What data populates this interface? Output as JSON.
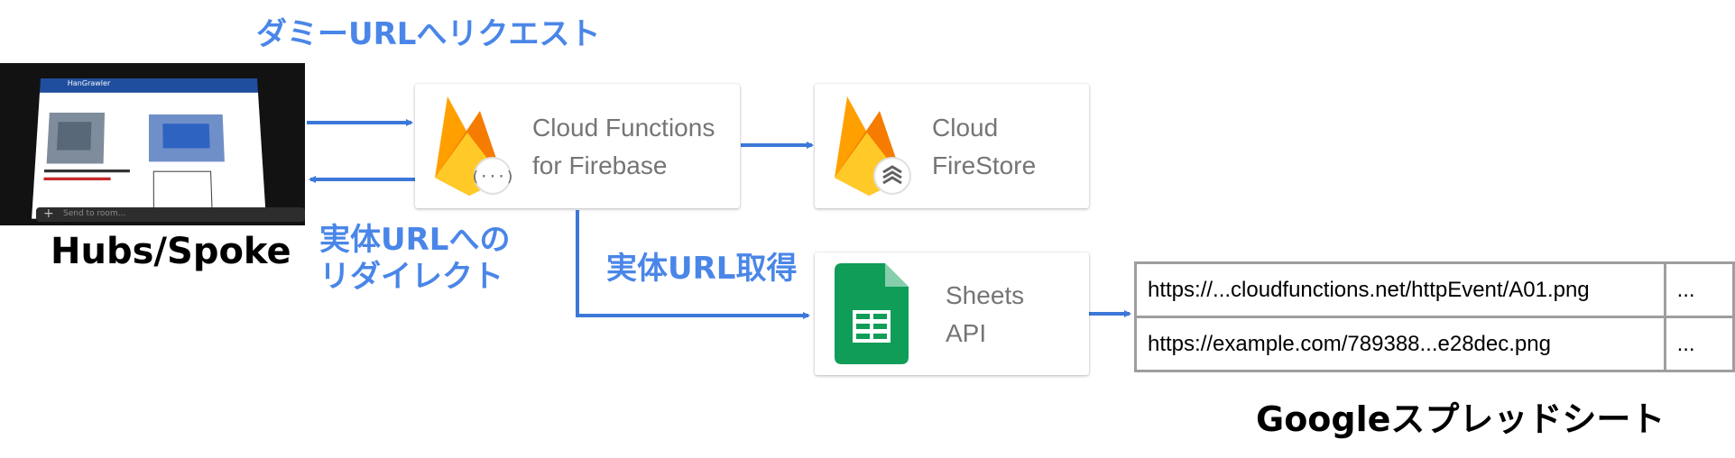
{
  "labels": {
    "dummy_request": "ダミーURLへリクエスト",
    "redirect_line1": "実体URLへの",
    "redirect_line2": "リダイレクト",
    "get_real_url": "実体URL取得",
    "hubs_spoke": "Hubs/Spoke",
    "google_sheet": "Googleスプレッドシート"
  },
  "nodes": {
    "cloud_functions": {
      "line1": "Cloud Functions",
      "line2": "for Firebase",
      "icon": "firebase-functions-icon"
    },
    "firestore": {
      "line1": "Cloud",
      "line2": "FireStore",
      "icon": "firebase-firestore-icon"
    },
    "sheets_api": {
      "line1": "Sheets",
      "line2": "API",
      "icon": "google-sheets-icon"
    }
  },
  "thumbnail": {
    "slide_title": "HanGrawler",
    "chat_placeholder": "Send to room..."
  },
  "sheet": {
    "rows": [
      {
        "url": "https://...cloudfunctions.net/httpEvent/A01.png",
        "more": "..."
      },
      {
        "url": "https://example.com/789388...e28dec.png",
        "more": "..."
      }
    ]
  },
  "colors": {
    "arrow": "#3c78d8",
    "label": "#4a86e8",
    "firebase_yellow": "#ffca28",
    "firebase_orange": "#ffa000",
    "sheets_green": "#0f9d58"
  }
}
